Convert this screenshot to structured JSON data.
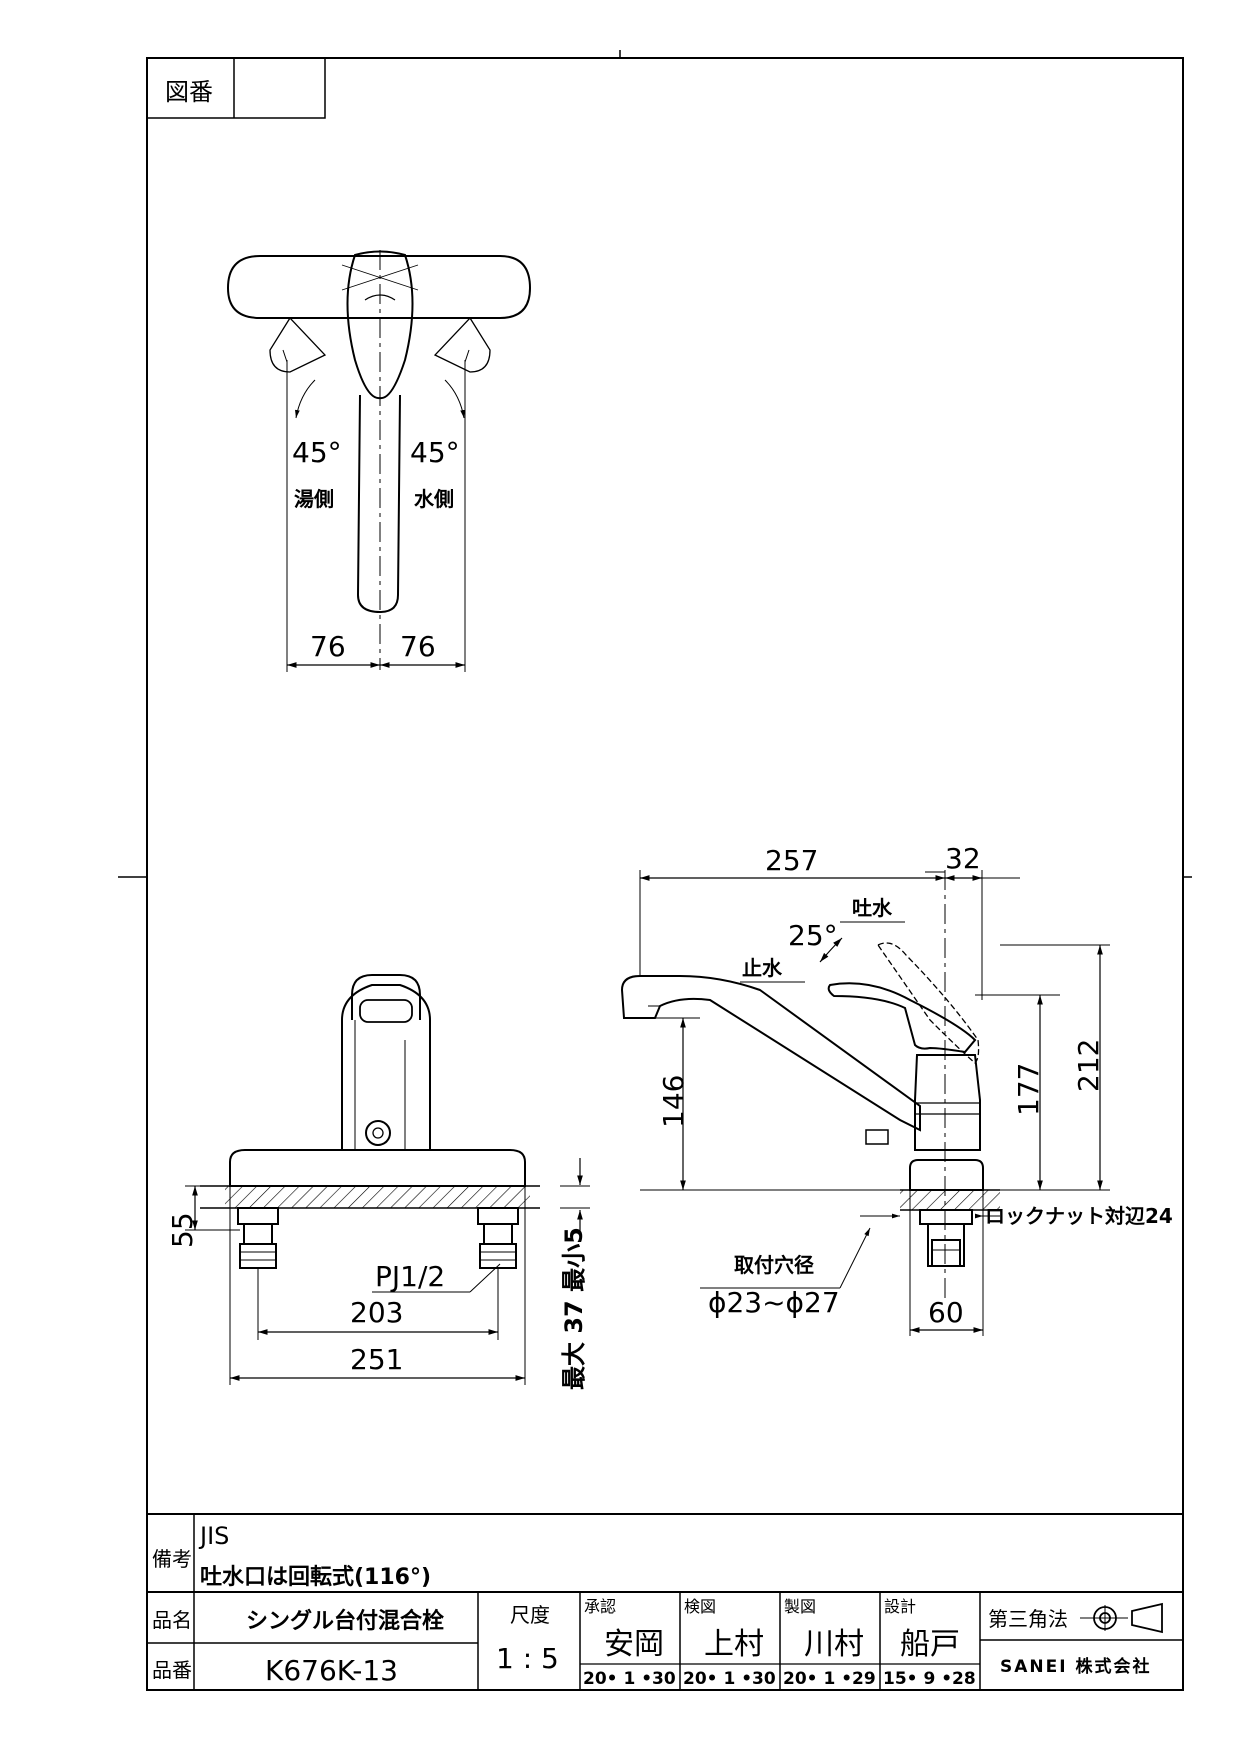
{
  "frame": {
    "drawing_no_label": "図番",
    "drawing_no_value": ""
  },
  "top_view": {
    "angle_left": "45°",
    "angle_right": "45°",
    "label_left": "湯側",
    "label_right": "水側",
    "dim_left": "76",
    "dim_right": "76"
  },
  "front_view": {
    "dim_55": "55",
    "thread_label": "PJ1/2",
    "dim_203": "203",
    "dim_251": "251",
    "thickness_label": "最大 37 最小5"
  },
  "side_view": {
    "dim_257": "257",
    "dim_32": "32",
    "label_open": "吐水",
    "angle": "25°",
    "label_close": "止水",
    "dim_146": "146",
    "dim_177": "177",
    "dim_212": "212",
    "locknut": "ロックナット対辺24",
    "hole_label": "取付穴径",
    "hole_dim": "ϕ23~ϕ27",
    "dim_60": "60"
  },
  "title_block": {
    "remarks_label": "備考",
    "remarks_line1": "JIS",
    "remarks_line2": "吐水口は回転式(116°)",
    "name_label": "品名",
    "name_value": "シングル台付混合栓",
    "number_label": "品番",
    "number_value": "K676K-13",
    "scale_label": "尺度",
    "scale_value": "1 : 5",
    "approved_label": "承認",
    "approved_name": "安岡",
    "approved_date": "20• 1 •30",
    "checked_label": "検図",
    "checked_name": "上村",
    "checked_date": "20• 1 •30",
    "drawn_label": "製図",
    "drawn_name": "川村",
    "drawn_date": "20• 1 •29",
    "design_label": "設計",
    "design_name": "船戸",
    "design_date": "15• 9 •28",
    "projection_label": "第三角法",
    "company": "SANEI 株式会社"
  }
}
